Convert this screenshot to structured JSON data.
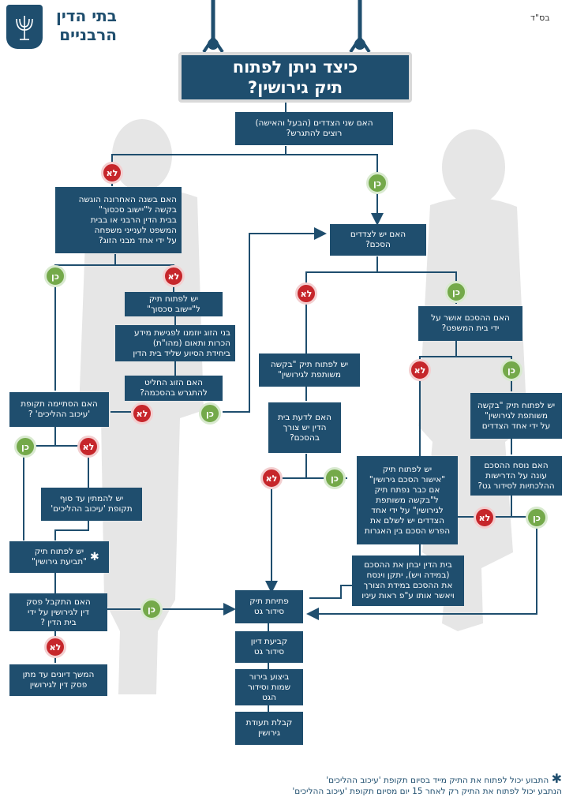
{
  "header": {
    "org_name": "בתי הדין\nהרבניים",
    "top_mark": "בס\"ד",
    "title": "כיצד ניתן לפתוח\nתיק גירושין?"
  },
  "labels": {
    "yes": "כן",
    "no": "לא"
  },
  "nodes": {
    "q_both_want": "האם שני הצדדים (הבעל והאישה)\nרוצים להתגרש?",
    "q_recent_shalom": "האם בשנה האחרונה הוגשה\nבקשה ל\"יישוב סכסוך\"\nבבית הדין הרבני או בבית\nהמשפט לענייני משפחה\nעל ידי אחד מבני הזוג?",
    "open_shalom": "יש לפתוח תיק\nל\"יישוב סכסוך\"",
    "meeting": "בני הזוג יוזמנו לפגישת מידע\nהכרות ותאום (מהו\"ת)\nביחידת הסיוע שליד בית הדין",
    "q_decided_agree": "האם הזוג החליט\nלהתגרש בהסכמה?",
    "q_freeze_ended": "האם הסתיימה תקופת\n'עיכוב ההליכים' ?",
    "wait_freeze": "יש להמתין עד סוף\nתקופת 'עיכוב ההליכים'",
    "open_claim": "יש לפתוח תיק\n\"תביעת גירושין\"",
    "q_ruling": "האם התקבל פסק\nדין לגירושין על ידי\nבית הדין ?",
    "continue_hearings": "המשך דיונים עד מתן\nפסק דין לגירושין",
    "q_agreement": "האם יש לצדדים\nהסכם?",
    "q_approved": "האם ההסכם אושר על\nידי בית המשפט?",
    "open_joint_one": "יש לפתוח תיק \"בקשה\nמשותפת לגירושין\"\nעל ידי אחד הצדדים",
    "q_meets_reqs": "האם נוסח ההסכם\nעונה על הדרישות\nההלכתיות לסידור גט?",
    "open_joint": "יש לפתוח תיק \"בקשה\nמשותפת לגירושין\"",
    "q_need_agreement": "האם לדעת בית\nהדין יש צורך\nבהסכם?",
    "open_approval": "יש לפתוח תיק\n\"אישור הסכם גירושין\"\nאם כבר נפתח תיק\nל\"בקשה משותפת\nלגירושין\" על ידי אחד\nהצדדים יש לשלם את\nהפרש הסכם בין האגרות",
    "court_review": "בית הדין יבחן את ההסכם\n(במידה ויש), יתקן וינסח\nאת ההסכם במידת הצורך\nויאשר אותו ע\"פ ראות עיניו",
    "open_get": "פתיחת תיק\nסידור גט",
    "hearing": "קביעת דיון\nסידור גט",
    "inquiry": "ביצוע בירור\nשמות וסידור\nהגט",
    "certificate": "קבלת תעודת\nגירושין"
  },
  "footnote": {
    "line1": "התבוע יכול לפתוח את התיק מייד בסיום תקופת 'עיכוב ההליכים'",
    "line2": "הנתבע יכול לפתוח את התיק רק לאחר 15 יום מסיום תקופת 'עיכוב ההליכים'"
  },
  "colors": {
    "box": "#1f4e6e",
    "yes": "#74a94a",
    "no": "#c6262b",
    "line": "#1f4e6e",
    "silhouette": "#e3e3e3"
  }
}
